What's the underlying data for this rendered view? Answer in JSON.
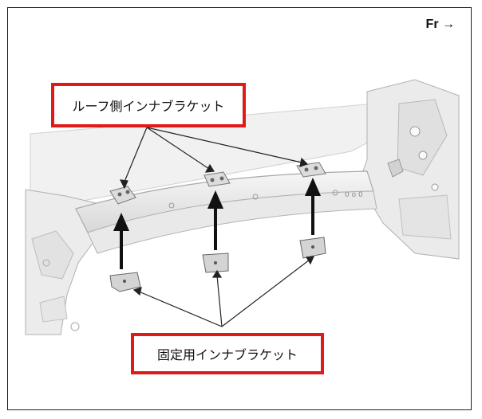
{
  "direction_label": "Fr →",
  "callouts": {
    "roof_side_inner_bracket": "ルーフ側インナブラケット",
    "fixing_inner_bracket": "固定用インナブラケット"
  },
  "colors": {
    "callout_border": "#e01919",
    "panel_fill": "#eeeeee",
    "panel_stroke": "#b5b5b5",
    "arrow": "#111111"
  }
}
